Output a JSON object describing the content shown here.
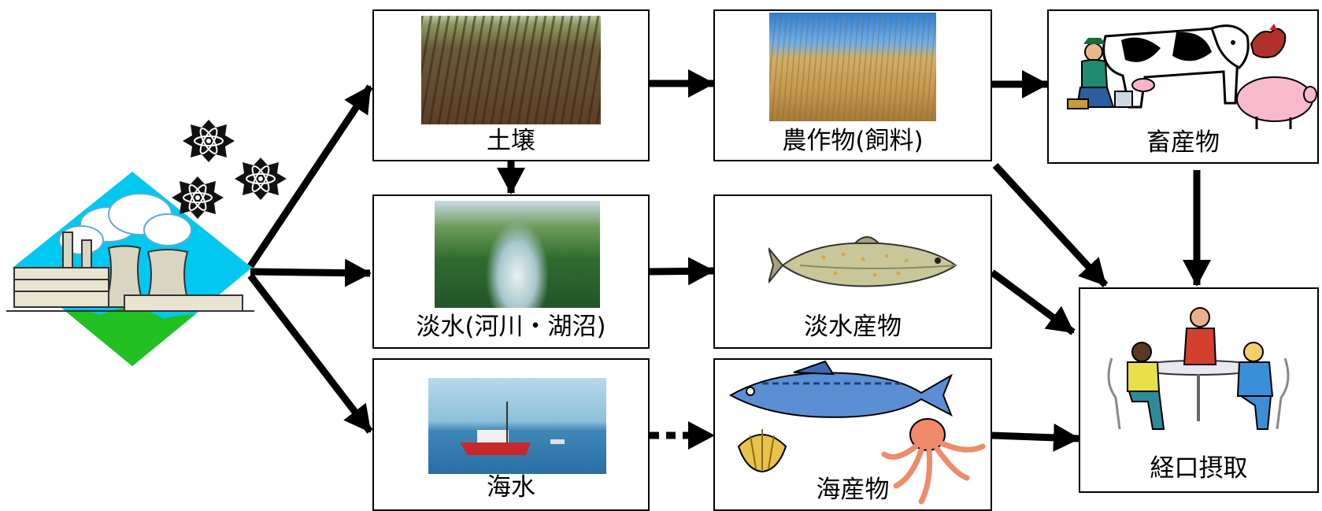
{
  "nodes": {
    "soil": {
      "label": "土壌"
    },
    "crops": {
      "label": "農作物(飼料)"
    },
    "livestock": {
      "label": "畜産物"
    },
    "freshwater": {
      "label": "淡水(河川・湖沼)"
    },
    "freshwater_products": {
      "label": "淡水産物"
    },
    "seawater": {
      "label": "海水"
    },
    "marine_products": {
      "label": "海産物"
    },
    "ingestion": {
      "label": "経口摂取"
    }
  },
  "icons": {
    "source": "nuclear-power-plant-icon",
    "particles": "radioactive-atom-icon",
    "soil": "farm-field-photo",
    "crops": "wheat-field-photo",
    "livestock": "farmer-milking-cow-icon",
    "freshwater": "mountain-river-photo",
    "freshwater_products": "trout-fish-icon",
    "seawater": "fishing-boat-photo",
    "marine_products": "mackerel-shell-octopus-icon",
    "ingestion": "people-eating-at-table-icon"
  },
  "colors": {
    "arrow": "#000000",
    "sky": "#00c8f0",
    "grass": "#22c020",
    "box_border": "#000000"
  }
}
